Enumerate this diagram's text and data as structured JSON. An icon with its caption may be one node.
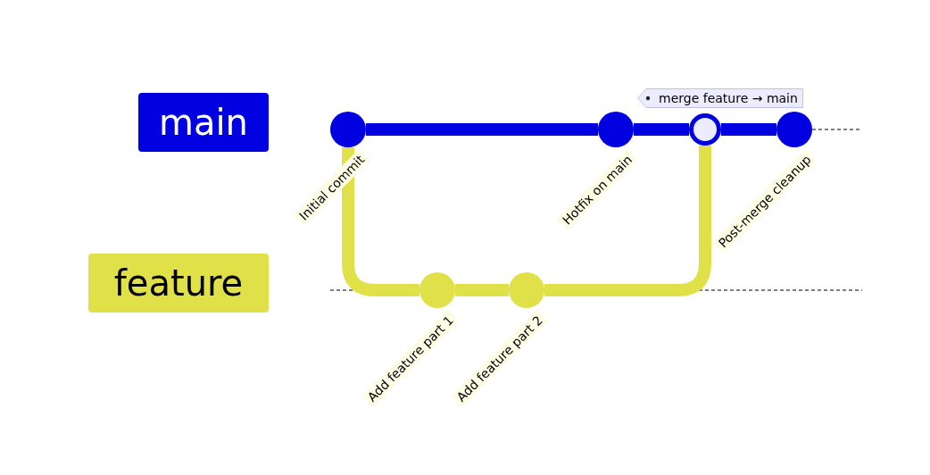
{
  "diagram": {
    "nodes": [
      {
        "text": [
          "main"
        ]
      },
      {
        "text": [
          "feature"
        ]
      },
      {
        "text": [],
        "shape": "circle",
        "beside": [
          "Initial commit"
        ]
      },
      {
        "text": [],
        "shape": "circle",
        "beside": [
          "Add feature part 1"
        ]
      },
      {
        "text": [],
        "shape": "circle",
        "beside": [
          "Add feature part 2"
        ]
      },
      {
        "text": [],
        "shape": "circle",
        "beside": [
          "Hotfix on main"
        ]
      },
      {
        "text": [],
        "shape": "circle",
        "beside": [
          "merge feature → main"
        ]
      },
      {
        "text": [],
        "shape": "circle",
        "beside": [
          "Post-merge cleanup"
        ]
      }
    ],
    "edges": [
      {
        "from": 2,
        "to": 5,
        "arrow": "none",
        "color": "#0000e0"
      },
      {
        "from": 5,
        "to": 6,
        "arrow": "none",
        "color": "#0000e0"
      },
      {
        "from": 6,
        "to": 7,
        "arrow": "none",
        "color": "#0000e0"
      },
      {
        "from": 2,
        "to": 3,
        "arrow": "none",
        "color": "#e0e048"
      },
      {
        "from": 3,
        "to": 4,
        "arrow": "none",
        "color": "#e0e048"
      },
      {
        "from": 4,
        "to": 6,
        "arrow": "none",
        "color": "#e0e048"
      }
    ]
  }
}
